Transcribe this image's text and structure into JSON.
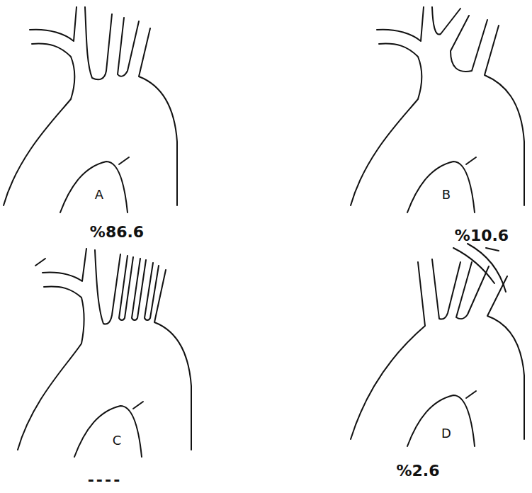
{
  "diagram": {
    "labels": [
      "A",
      "%86.6",
      "B",
      "%10.6",
      "C",
      "----",
      "D",
      "%2.6"
    ]
  }
}
